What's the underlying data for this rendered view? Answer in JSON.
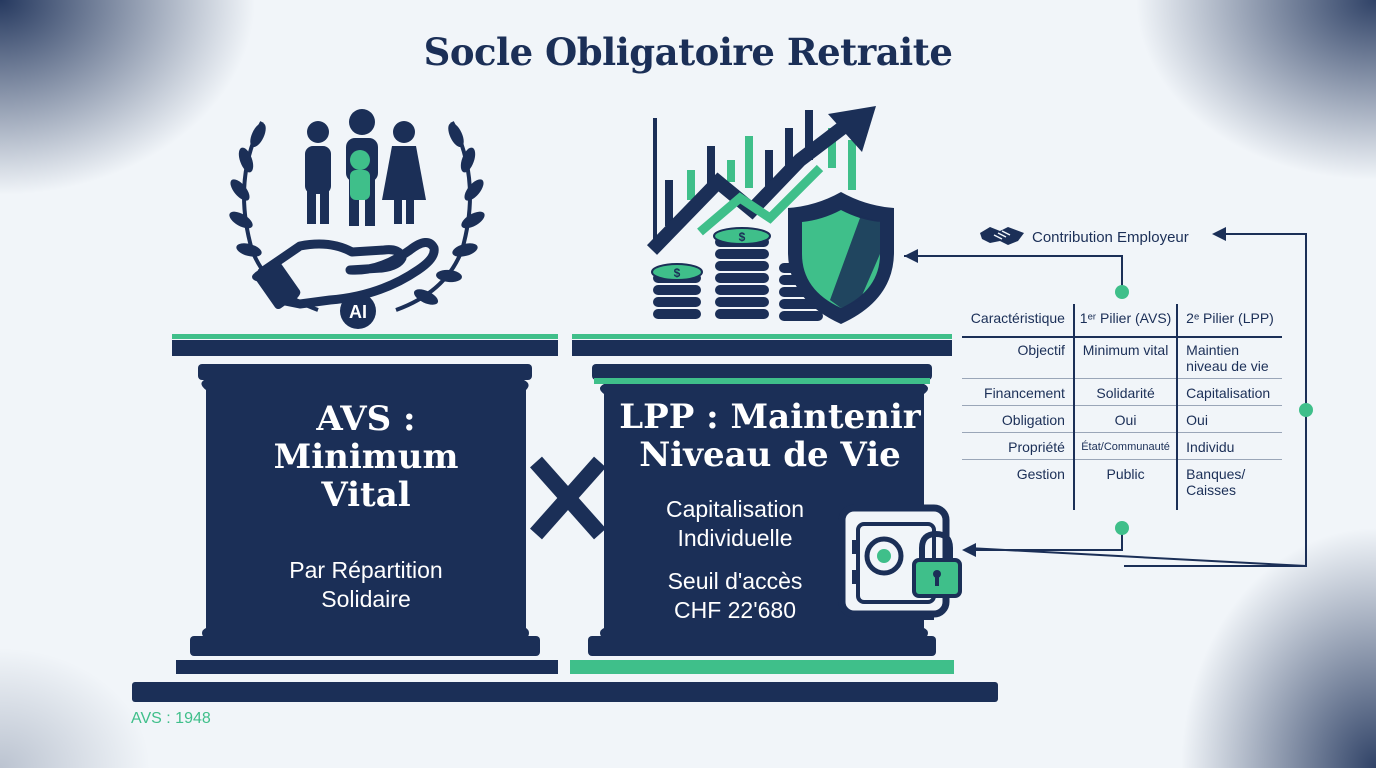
{
  "title": "Socle Obligatoire Retraite",
  "left_pillar": {
    "headline": [
      "AVS :",
      "Minimum",
      "Vital"
    ],
    "sub": [
      "Par Répartition",
      "Solidaire"
    ],
    "badge": "AI"
  },
  "right_pillar": {
    "headline": [
      "LPP : Maintenir",
      "Niveau de Vie"
    ],
    "sub": [
      "Capitalisation",
      "Individuelle"
    ],
    "threshold": [
      "Seuil d'accès",
      "CHF 22'680"
    ]
  },
  "contribution_label": "Contribution Employeur",
  "table": {
    "headers": [
      "Caractéristique",
      "1ᵉʳ Pilier (AVS)",
      "2ᵉ Pilier (LPP)"
    ],
    "rows": [
      [
        "Objectif",
        "Minimum vital",
        "Maintien niveau de vie"
      ],
      [
        "Financement",
        "Solidarité",
        "Capitalisation"
      ],
      [
        "Obligation",
        "Oui",
        "Oui"
      ],
      [
        "Propriété",
        "État/Communauté",
        "Individu"
      ],
      [
        "Gestion",
        "Public",
        "Banques/ Caisses"
      ]
    ]
  },
  "footnote": "AVS : 1948",
  "colors": {
    "navy": "#1b2f57",
    "green": "#3fbf8a",
    "background": "#f1f5f9"
  },
  "icons": [
    "laurel-wreath-icon",
    "family-icon",
    "hand-icon",
    "stock-chart-icon",
    "growth-arrow-icon",
    "coins-icon",
    "shield-icon",
    "safe-icon",
    "lock-icon",
    "handshake-icon"
  ]
}
